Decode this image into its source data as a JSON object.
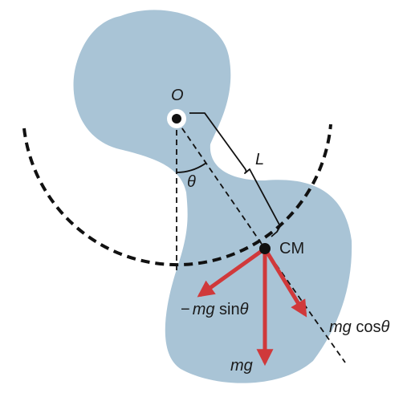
{
  "labels": {
    "pivot": "O",
    "length": "L",
    "angle": "θ",
    "center_of_mass": "CM",
    "weight": "mg",
    "perp_minus": "−",
    "perp_mg": "mg",
    "perp_sin": " sin",
    "perp_theta": "θ",
    "par_mg": "mg",
    "par_cos": " cos",
    "par_theta": "θ"
  },
  "colors": {
    "body_fill": "#a9c4d6",
    "arrow": "#d0393b",
    "line": "#111111",
    "background": "#ffffff"
  }
}
